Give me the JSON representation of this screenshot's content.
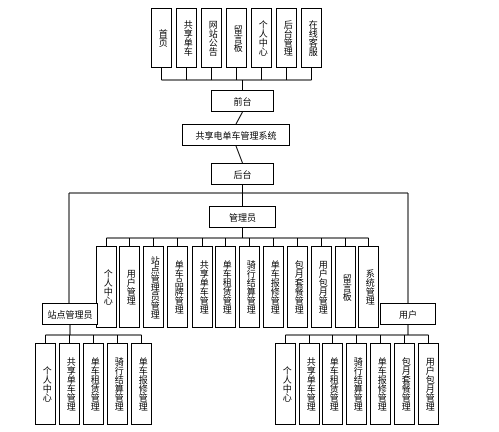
{
  "frontend": {
    "modules": [
      "首页",
      "共享单车",
      "网站公告",
      "留言板",
      "个人中心",
      "后台管理",
      "在线客服"
    ],
    "label": "前台"
  },
  "system_title": "共享电单车管理系统",
  "backend_label": "后台",
  "admin": {
    "label": "管理员",
    "modules": [
      "个人中心",
      "用户管理",
      "站点管理员管理",
      "单车品牌管理",
      "共享单车管理",
      "单车租赁管理",
      "骑行结算管理",
      "单车报修管理",
      "包月套餐管理",
      "用户包月管理",
      "留言板",
      "系统管理"
    ]
  },
  "site_admin": {
    "label": "站点管理员",
    "modules": [
      "个人中心",
      "共享单车管理",
      "单车租赁管理",
      "骑行结算管理",
      "单车报修管理"
    ]
  },
  "user": {
    "label": "用户",
    "modules": [
      "个人中心",
      "共享单车管理",
      "单车租赁管理",
      "骑行结算管理",
      "单车报修管理",
      "包月套餐管理",
      "用户包月管理"
    ]
  }
}
